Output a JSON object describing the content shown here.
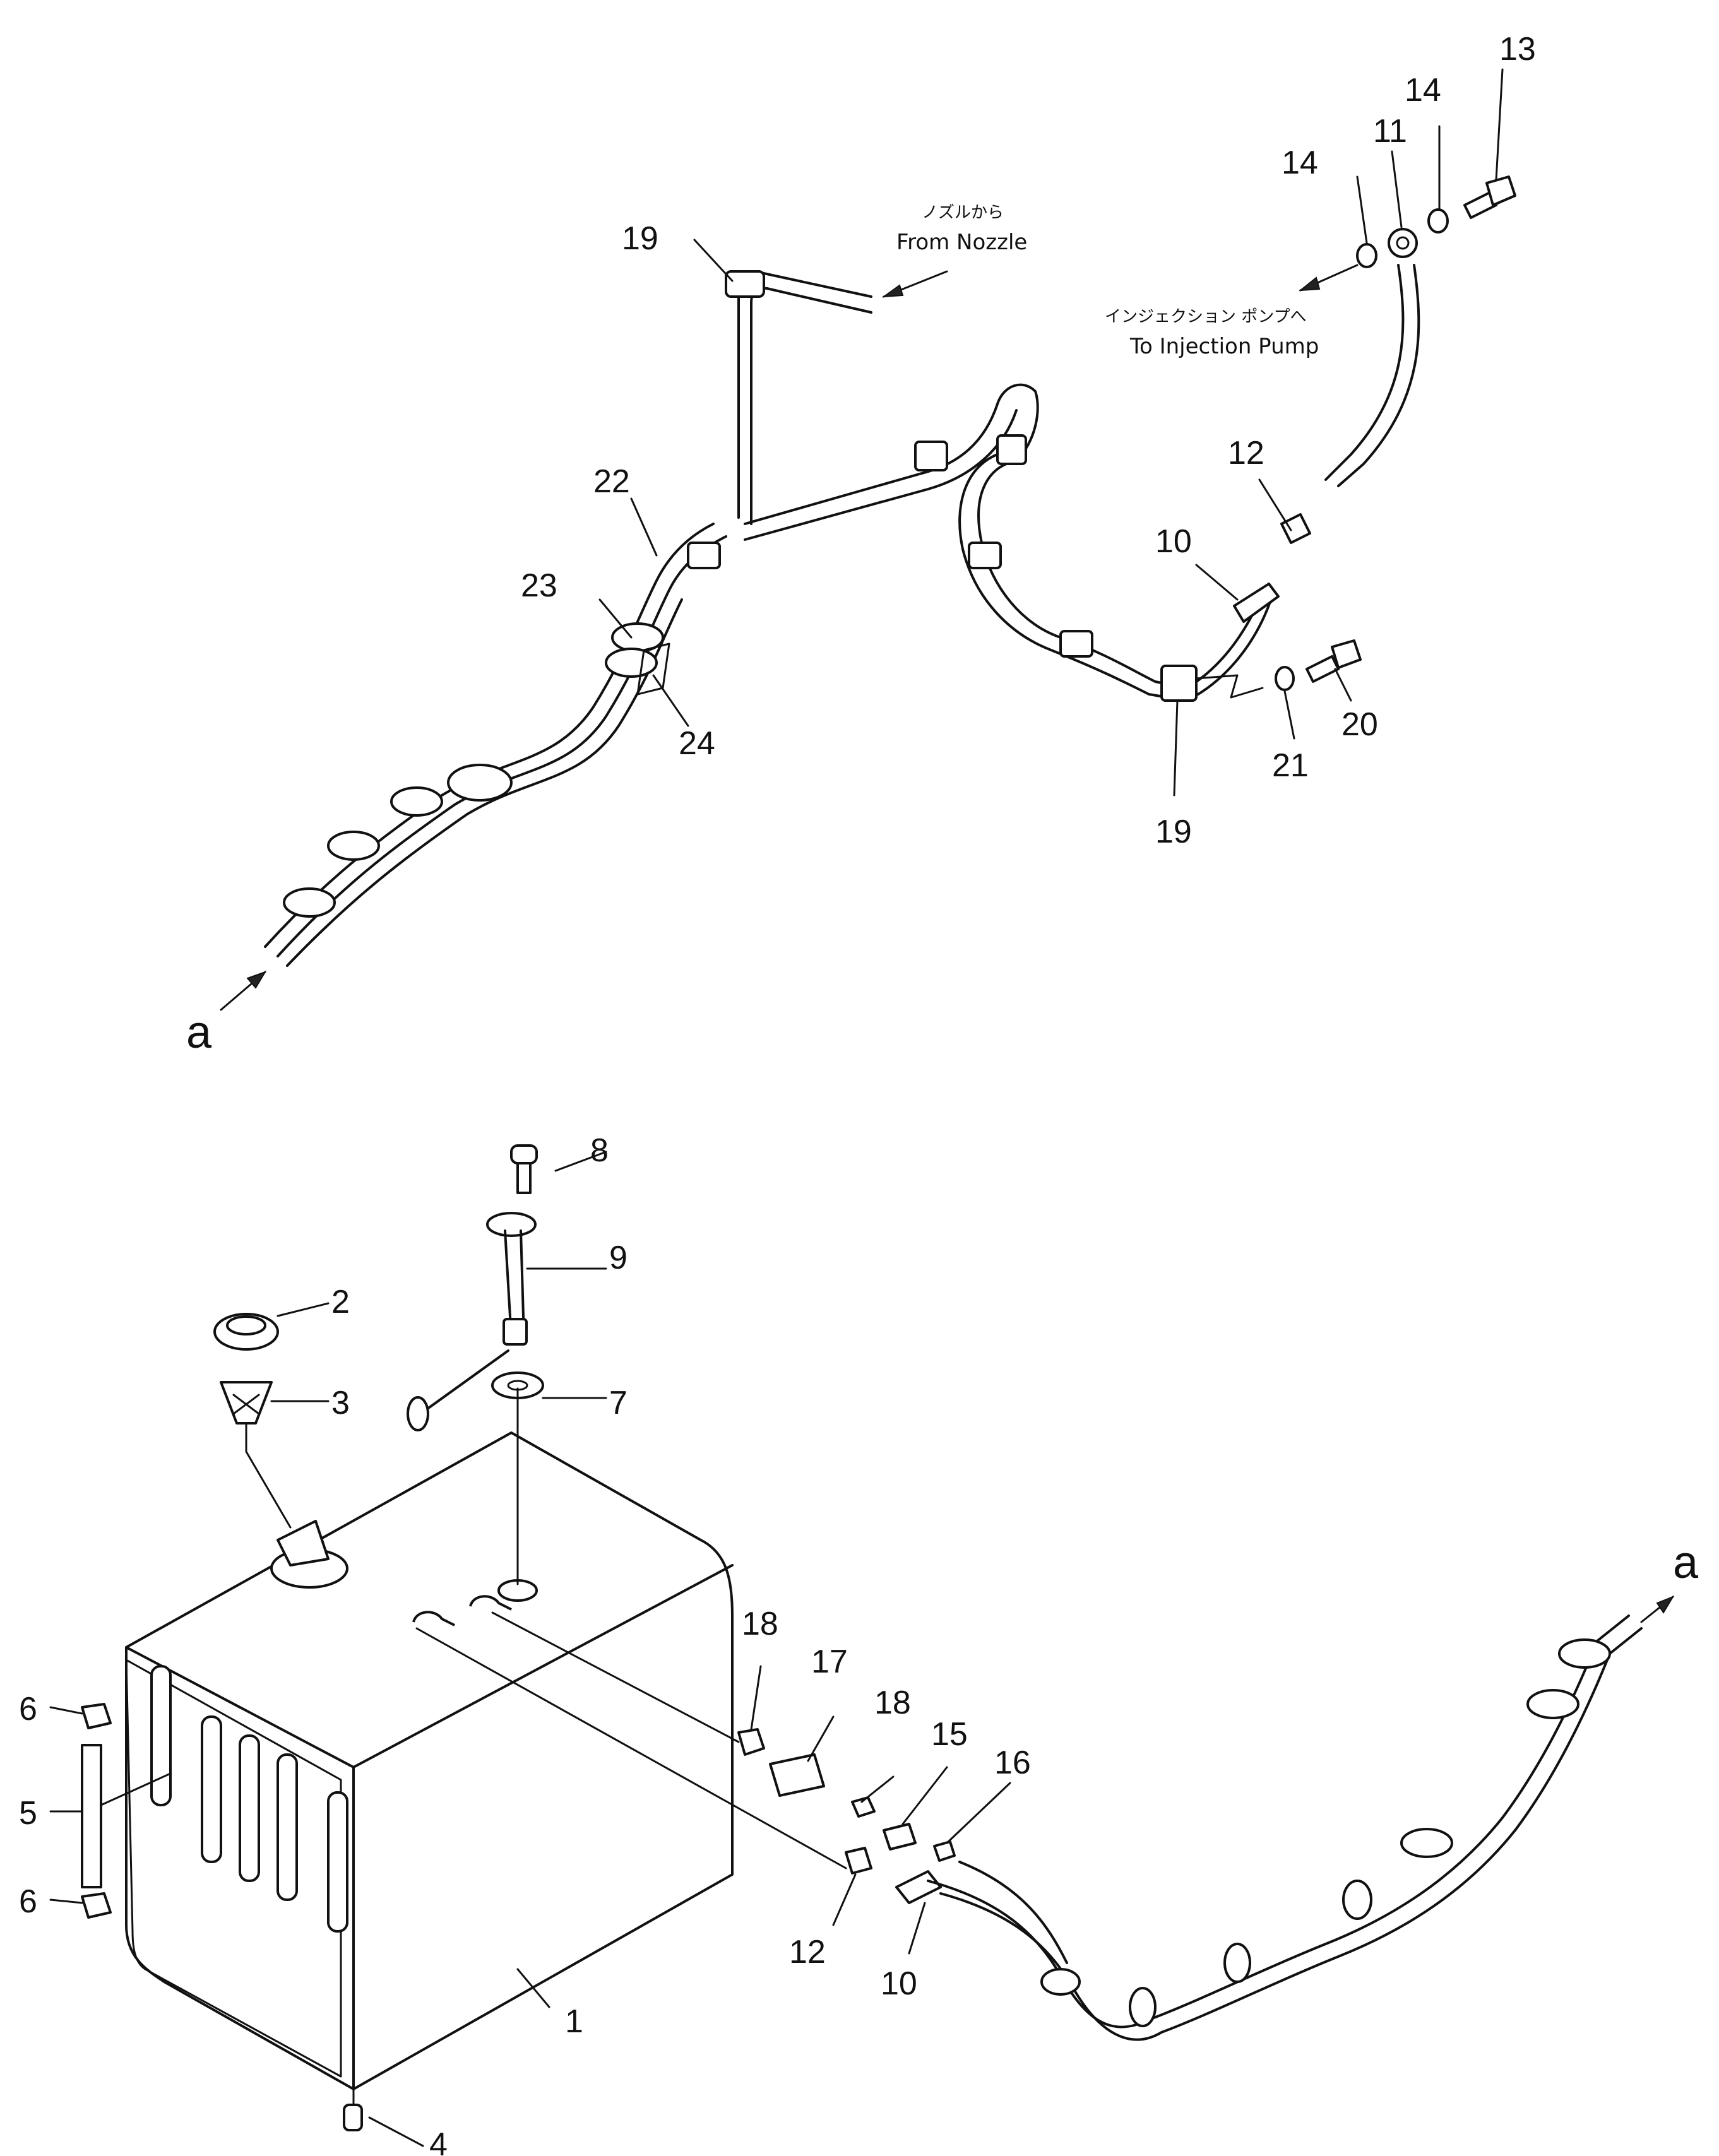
{
  "annotations": {
    "from_nozzle_jp": "ノズルから",
    "from_nozzle_en": "From Nozzle",
    "to_pump_jp": "インジェクション ポンプへ",
    "to_pump_en": "To Injection Pump",
    "connector_a": "a"
  },
  "callouts": {
    "c1": "1",
    "c2": "2",
    "c3": "3",
    "c4": "4",
    "c5": "5",
    "c6a": "6",
    "c6b": "6",
    "c7": "7",
    "c8": "8",
    "c9": "9",
    "c10a": "10",
    "c10b": "10",
    "c11": "11",
    "c12a": "12",
    "c12b": "12",
    "c13": "13",
    "c14a": "14",
    "c14b": "14",
    "c15": "15",
    "c16": "16",
    "c17": "17",
    "c18a": "18",
    "c18b": "18",
    "c19a": "19",
    "c19b": "19",
    "c20": "20",
    "c21": "21",
    "c22": "22",
    "c23": "23",
    "c24": "24"
  }
}
